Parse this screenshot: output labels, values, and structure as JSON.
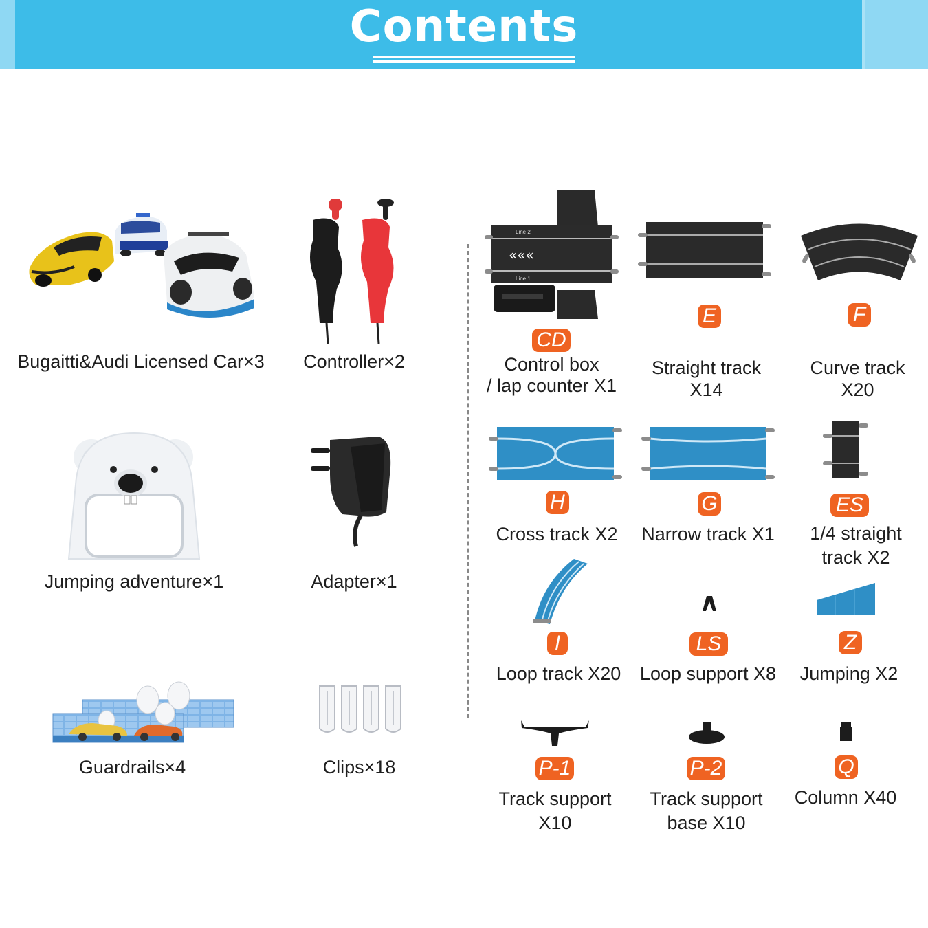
{
  "header": {
    "title": "Contents"
  },
  "left_items": [
    {
      "label": "Bugaitti&Audi Licensed Car×3"
    },
    {
      "label": "Controller×2"
    },
    {
      "label": "Jumping adventure×1"
    },
    {
      "label": "Adapter×1"
    },
    {
      "label": "Guardrails×4"
    },
    {
      "label": "Clips×18"
    }
  ],
  "parts": [
    {
      "code": "CD",
      "line1": "Control box",
      "line2": "/ lap counter X1"
    },
    {
      "code": "E",
      "line1": "Straight track",
      "line2": "X14"
    },
    {
      "code": "F",
      "line1": "Curve track",
      "line2": "X20"
    },
    {
      "code": "H",
      "line1": "Cross track X2"
    },
    {
      "code": "G",
      "line1": "Narrow track X1"
    },
    {
      "code": "ES",
      "line1": "1/4 straight",
      "line2": "track X2"
    },
    {
      "code": "I",
      "line1": "Loop track X20"
    },
    {
      "code": "LS",
      "line1": "Loop support X8"
    },
    {
      "code": "Z",
      "line1": "Jumping X2"
    },
    {
      "code": "P-1",
      "line1": "Track support",
      "line2": "X10"
    },
    {
      "code": "P-2",
      "line1": "Track support",
      "line2": "base X10"
    },
    {
      "code": "Q",
      "line1": "Column X40"
    }
  ],
  "product_graphics": {
    "control_box_lane_top": "Line 2",
    "control_box_lane_bottom": "Line 1"
  },
  "colors": {
    "banner": "#3dbce8",
    "badge": "#ef6322",
    "track_dark": "#2a2a2a",
    "track_blue": "#2f8fc6"
  }
}
